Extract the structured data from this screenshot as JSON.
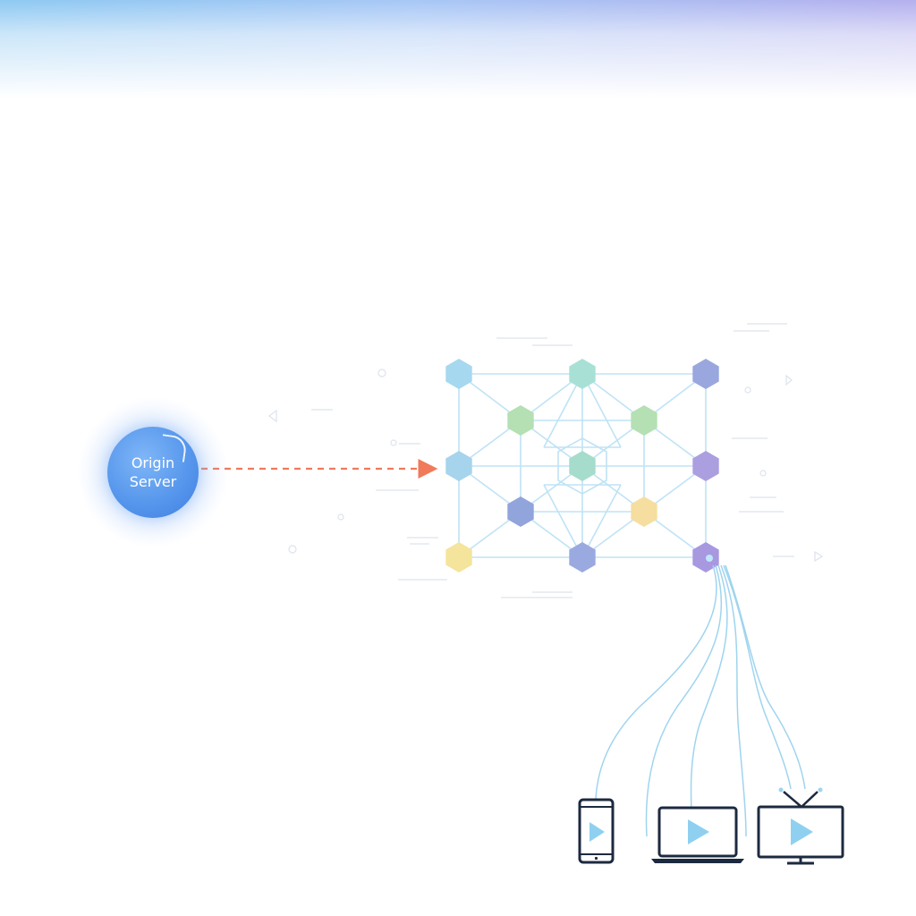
{
  "origin": {
    "label_line1": "Origin",
    "label_line2": "Server"
  },
  "nodes": [
    {
      "id": "n1",
      "color": "#a6d8f0"
    },
    {
      "id": "n2",
      "color": "#a8e0d6"
    },
    {
      "id": "n3",
      "color": "#9aa7de"
    },
    {
      "id": "n4",
      "color": "#b4e0b4"
    },
    {
      "id": "n5",
      "color": "#b4e0b4"
    },
    {
      "id": "n6",
      "color": "#a6d4ec"
    },
    {
      "id": "n7",
      "color": "#a6dccc"
    },
    {
      "id": "n8",
      "color": "#ac9fe0"
    },
    {
      "id": "n9",
      "color": "#92a4dc"
    },
    {
      "id": "n10",
      "color": "#f5dea0"
    },
    {
      "id": "n11",
      "color": "#f4e49c"
    },
    {
      "id": "n12",
      "color": "#9aaae0"
    },
    {
      "id": "n13",
      "color": "#a898e0"
    }
  ],
  "colors": {
    "arrow": "#f07a5a",
    "links": "#bfe3f5",
    "device_stroke": "#1c2a40",
    "play": "#8fd0f0"
  },
  "devices": [
    {
      "name": "smartphone",
      "icon": "smartphone-icon"
    },
    {
      "name": "laptop",
      "icon": "laptop-icon"
    },
    {
      "name": "television",
      "icon": "tv-icon"
    }
  ]
}
